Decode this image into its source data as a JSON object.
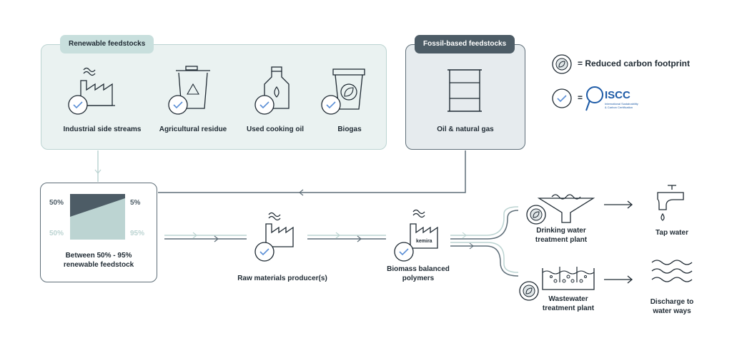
{
  "renewable": {
    "tag": "Renewable feedstocks",
    "items": [
      {
        "label": "Industrial side streams",
        "icon": "factory-icon"
      },
      {
        "label": "Agricultural residue",
        "icon": "recycle-bin-icon"
      },
      {
        "label": "Used cooking oil",
        "icon": "oil-bottle-icon"
      },
      {
        "label": "Biogas",
        "icon": "leaf-cup-icon"
      }
    ]
  },
  "fossil": {
    "tag": "Fossil-based feedstocks",
    "item": {
      "label": "Oil & natural gas",
      "icon": "barrel-icon"
    }
  },
  "legend": {
    "reduced_carbon": "= Reduced carbon footprint",
    "iscc_eq": "=",
    "iscc_logo_text": "ISCC",
    "iscc_logo_sub1": "International Sustainability",
    "iscc_logo_sub2": "& Carbon Certification"
  },
  "blend": {
    "top_left": "50%",
    "bottom_left": "50%",
    "top_right": "5%",
    "bottom_right": "95%",
    "label_line1": "Between 50% - 95%",
    "label_line2": "renewable feedstock"
  },
  "flow": {
    "raw_materials": "Raw materials producer(s)",
    "biomass_line1": "Biomass balanced",
    "biomass_line2": "polymers",
    "kemira": "kemira",
    "drinking_line1": "Drinking water",
    "drinking_line2": "treatment plant",
    "tap_water": "Tap water",
    "waste_line1": "Wastewater",
    "waste_line2": "treatment plant",
    "discharge_line1": "Discharge to",
    "discharge_line2": "water ways"
  },
  "colors": {
    "renewable_fill": "#eaf2f1",
    "renewable_border": "#bcd4d2",
    "fossil_fill": "#e6ebee",
    "dark": "#4d5c66",
    "check_blue": "#5b8fd6",
    "iscc_blue": "#1c5aa6"
  }
}
